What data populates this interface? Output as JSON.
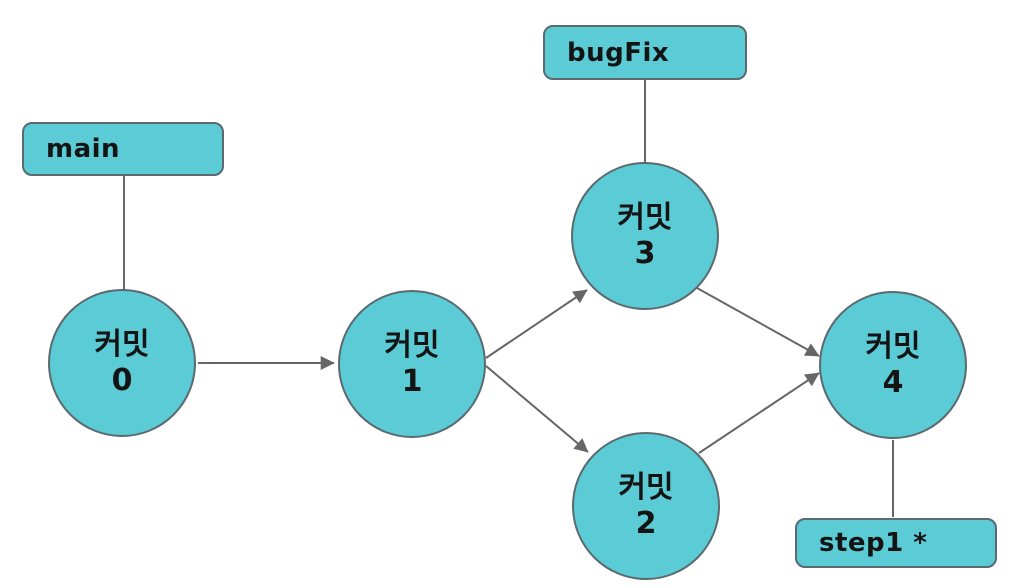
{
  "diagram": {
    "kind": "git-commit-graph",
    "branch_labels": [
      {
        "id": "main",
        "label": "main"
      },
      {
        "id": "bugFix",
        "label": "bugFix"
      },
      {
        "id": "step1",
        "label": "step1 *"
      }
    ],
    "nodes": [
      {
        "id": "commit-0",
        "title": "커밋",
        "number": "0"
      },
      {
        "id": "commit-1",
        "title": "커밋",
        "number": "1"
      },
      {
        "id": "commit-2",
        "title": "커밋",
        "number": "2"
      },
      {
        "id": "commit-3",
        "title": "커밋",
        "number": "3"
      },
      {
        "id": "commit-4",
        "title": "커밋",
        "number": "4"
      }
    ],
    "edges": [
      {
        "from": "commit-0",
        "to": "commit-1",
        "arrow": true
      },
      {
        "from": "commit-1",
        "to": "commit-3",
        "arrow": true
      },
      {
        "from": "commit-1",
        "to": "commit-2",
        "arrow": true
      },
      {
        "from": "commit-3",
        "to": "commit-4",
        "arrow": true
      },
      {
        "from": "commit-2",
        "to": "commit-4",
        "arrow": true
      },
      {
        "from": "main",
        "to": "commit-0",
        "arrow": false
      },
      {
        "from": "bugFix",
        "to": "commit-3",
        "arrow": false
      },
      {
        "from": "step1",
        "to": "commit-4",
        "arrow": false
      }
    ],
    "colors": {
      "background": "#ffffff",
      "node_fill": "#5BCBD5",
      "node_border": "#5A6A6E",
      "edge": "#666666",
      "text": "#141414"
    }
  }
}
